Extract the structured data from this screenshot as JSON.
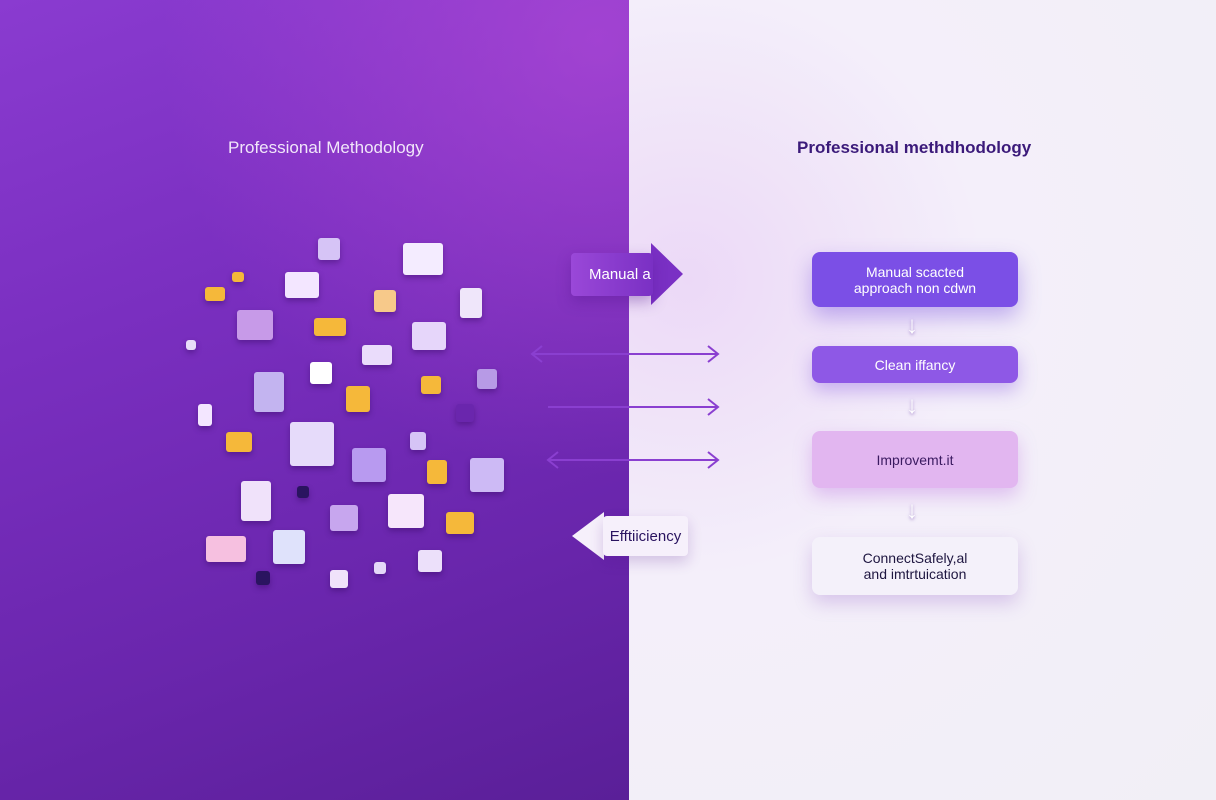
{
  "left_panel": {
    "title": "Professional Methodology"
  },
  "right_panel": {
    "title": "Professional methdhodology"
  },
  "connectors": {
    "forward_label": "Manual a",
    "backward_label": "Efftiiciency"
  },
  "flow_steps": [
    {
      "line1": "Manual scacted",
      "line2": "approach non cdwn"
    },
    {
      "line1": "Clean iffancy",
      "line2": ""
    },
    {
      "line1": "Improvemt.it",
      "line2": ""
    },
    {
      "line1": "ConnectSafely,al",
      "line2": "and imtrtuication"
    }
  ],
  "colors": {
    "left_bg": "#7a2fc0",
    "accent": "#7b4fe6",
    "right_bg": "#f3eff8"
  }
}
